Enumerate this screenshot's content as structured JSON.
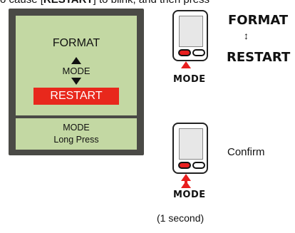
{
  "top_text": {
    "before": "o cause [",
    "bold": "RESTART",
    "after": "] to blink, and then press"
  },
  "lcd": {
    "format": "FORMAT",
    "mode": "MODE",
    "restart": "RESTART",
    "footer_line1": "MODE",
    "footer_line2": "Long Press"
  },
  "step1": {
    "mode_label": "MODE",
    "format_label": "FORMAT",
    "updown_glyph": "↕",
    "restart_label": "RESTART"
  },
  "step2": {
    "confirm_label": "Confirm",
    "mode_label": "MODE",
    "duration_note": "(1 second)"
  },
  "colors": {
    "lcd_bg": "#c3d8a3",
    "panel_border": "#4a4a46",
    "highlight_red": "#e8281c"
  }
}
